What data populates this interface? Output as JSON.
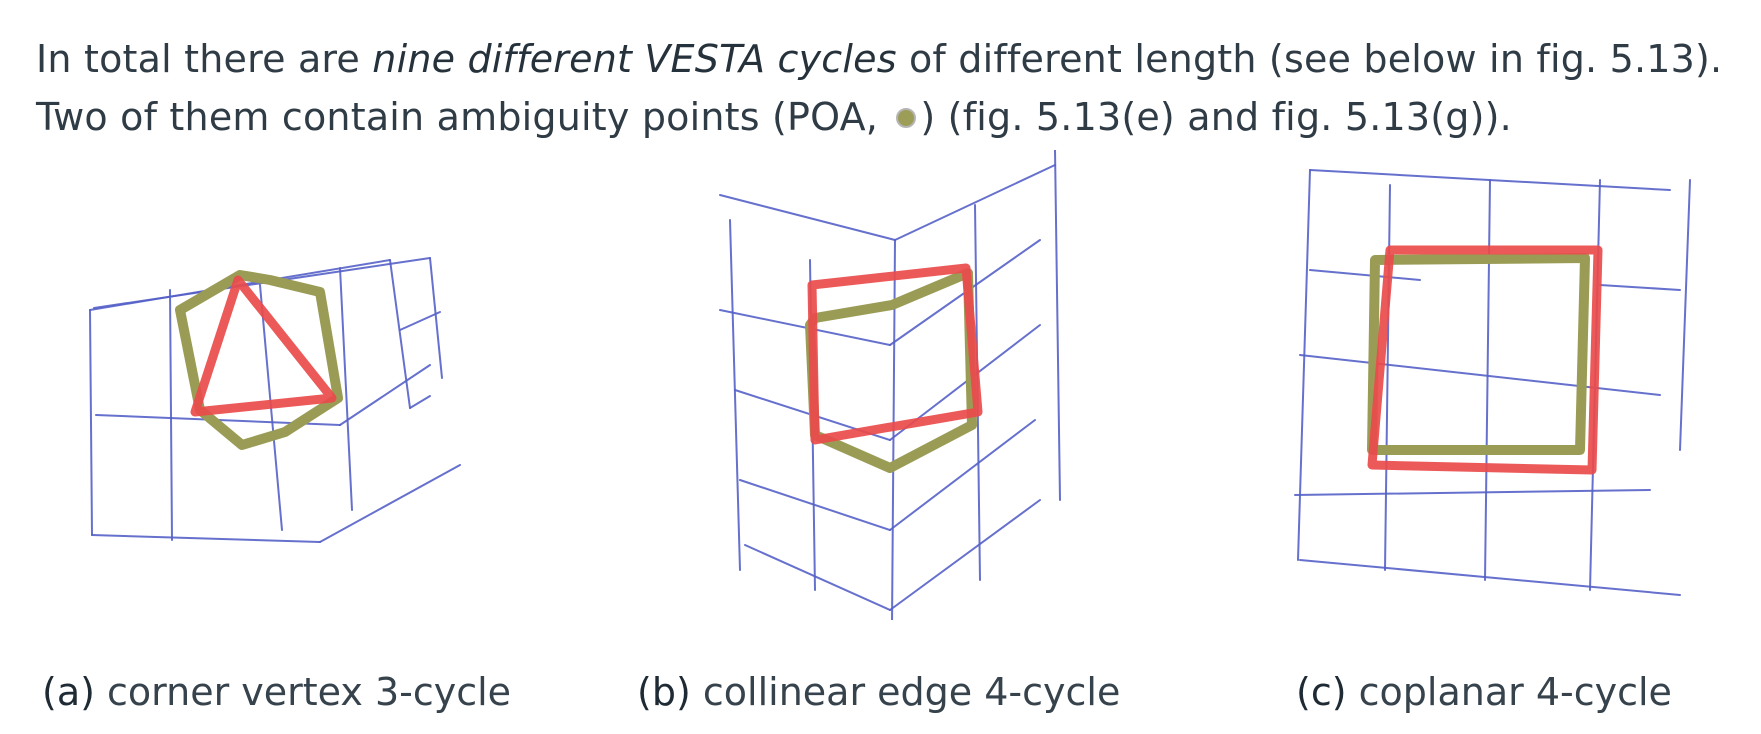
{
  "text": {
    "line1_before": "In total there are ",
    "line1_emph": "nine different VESTA cycles",
    "line1_after": " of different length (see below in fig. 5.13).",
    "line2_before": "Two of them contain ambiguity points (POA, ",
    "line2_after": ") (fig. 5.13(e) and fig. 5.13(g))."
  },
  "figures": [
    {
      "tag": "(a)",
      "caption": "corner vertex 3-cycle"
    },
    {
      "tag": "(b)",
      "caption": "collinear edge 4-cycle"
    },
    {
      "tag": "(c)",
      "caption": "coplanar 4-cycle"
    }
  ],
  "colors": {
    "grid": "#5560c8",
    "cycle_olive": "#9a9c56",
    "cycle_red": "#ea4b4b"
  },
  "icons": {
    "poa_marker": "olive-dot-icon"
  }
}
